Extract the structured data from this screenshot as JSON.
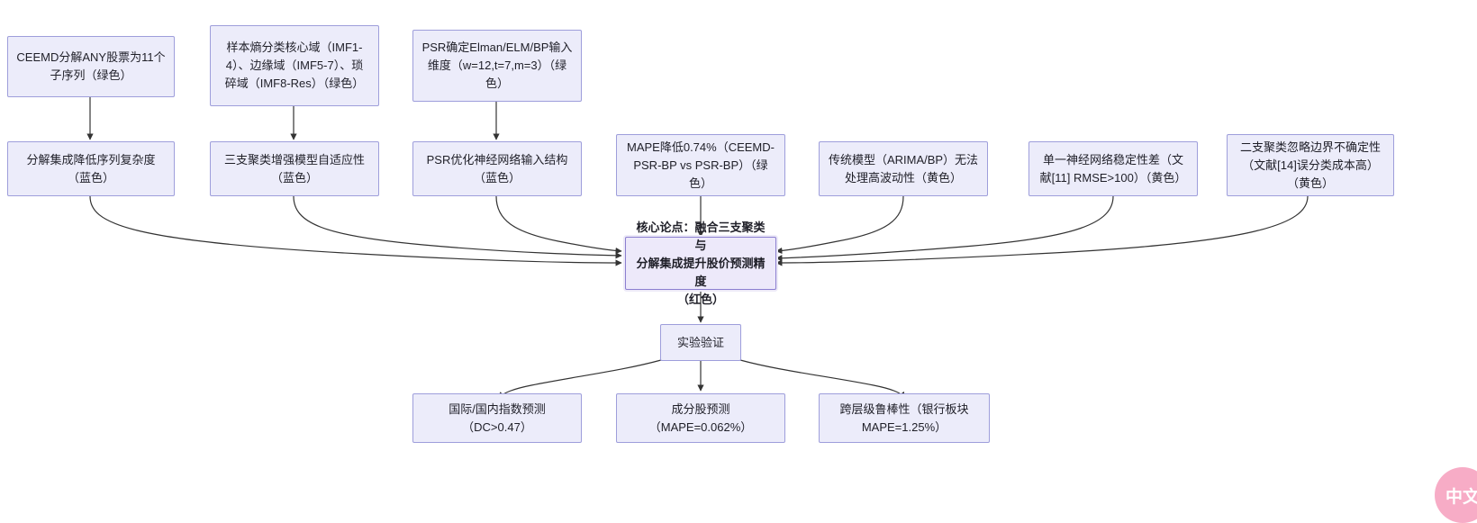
{
  "diagram": {
    "type": "flowchart",
    "direction": "top-down-converging",
    "nodes": [
      {
        "id": "n1",
        "label": "CEEMD分解ANY股票为11个\n子序列（绿色）"
      },
      {
        "id": "n2",
        "label": "样本熵分类核心域（IMF1-\n4）、边缘域（IMF5-7）、琐\n碎域（IMF8-Res）（绿色）"
      },
      {
        "id": "n3",
        "label": "PSR确定Elman/ELM/BP输入\n维度（w=12,t=7,m=3）（绿\n色）"
      },
      {
        "id": "n4",
        "label": "分解集成降低序列复杂度\n（蓝色）"
      },
      {
        "id": "n5",
        "label": "三支聚类增强模型自适应性\n（蓝色）"
      },
      {
        "id": "n6",
        "label": "PSR优化神经网络输入结构\n（蓝色）"
      },
      {
        "id": "n7",
        "label": "MAPE降低0.74%（CEEMD-\nPSR-BP vs PSR-BP）（绿\n色）"
      },
      {
        "id": "n8",
        "label": "传统模型（ARIMA/BP）无法\n处理高波动性（黄色）"
      },
      {
        "id": "n9",
        "label": "单一神经网络稳定性差（文\n献[11] RMSE>100）（黄色）"
      },
      {
        "id": "n10",
        "label": "二支聚类忽略边界不确定性\n（文献[14]误分类成本高）\n（黄色）"
      },
      {
        "id": "core",
        "label": "核心论点：融合三支聚类与\n分解集成提升股价预测精度\n（红色）"
      },
      {
        "id": "exp",
        "label": "实验验证"
      },
      {
        "id": "r1",
        "label": "国际/国内指数预测\n（DC>0.47）"
      },
      {
        "id": "r2",
        "label": "成分股预测\n（MAPE=0.062%）"
      },
      {
        "id": "r3",
        "label": "跨层级鲁棒性（银行板块\nMAPE=1.25%）"
      }
    ],
    "edges": [
      {
        "from": "n1",
        "to": "n4"
      },
      {
        "from": "n2",
        "to": "n5"
      },
      {
        "from": "n3",
        "to": "n6"
      },
      {
        "from": "n4",
        "to": "core"
      },
      {
        "from": "n5",
        "to": "core"
      },
      {
        "from": "n6",
        "to": "core"
      },
      {
        "from": "n7",
        "to": "core"
      },
      {
        "from": "n8",
        "to": "core"
      },
      {
        "from": "n9",
        "to": "core"
      },
      {
        "from": "n10",
        "to": "core"
      },
      {
        "from": "core",
        "to": "exp"
      },
      {
        "from": "exp",
        "to": "r1"
      },
      {
        "from": "exp",
        "to": "r2"
      },
      {
        "from": "exp",
        "to": "r3"
      }
    ]
  },
  "watermark": {
    "text": "中文"
  },
  "colors": {
    "node_fill": "#ECECFA",
    "node_border": "#9E9EDB",
    "core_border": "#8C7FD0",
    "edge": "#333333",
    "watermark": "#F7A8C4",
    "background": "#FFFFFF"
  }
}
